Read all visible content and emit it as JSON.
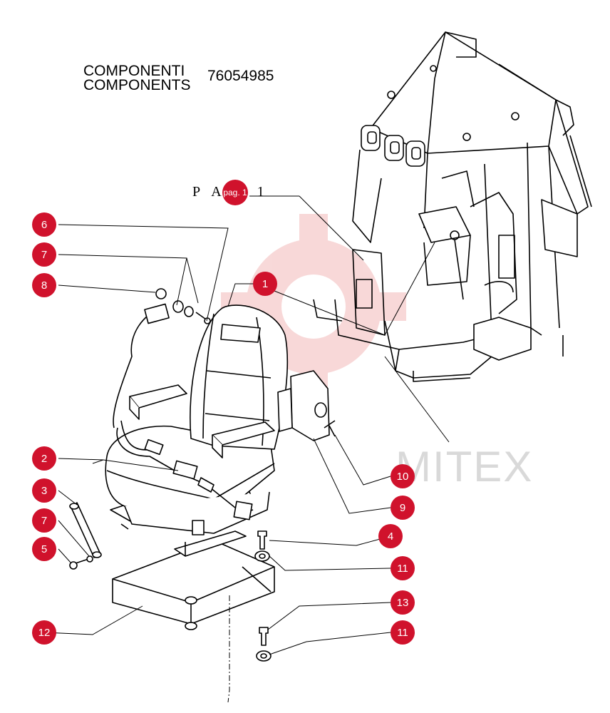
{
  "header": {
    "title_it": "COMPONENTI",
    "title_en": "COMPONENTS",
    "part_number": "76054985"
  },
  "reference": {
    "label": "P A",
    "page_badge": "pag. 1",
    "page_num": "1"
  },
  "watermark": "MITEX",
  "callouts": [
    {
      "id": "1"
    },
    {
      "id": "2"
    },
    {
      "id": "3"
    },
    {
      "id": "4"
    },
    {
      "id": "5"
    },
    {
      "id": "6"
    },
    {
      "id": "7"
    },
    {
      "id": "7"
    },
    {
      "id": "8"
    },
    {
      "id": "9"
    },
    {
      "id": "10"
    },
    {
      "id": "11"
    },
    {
      "id": "11"
    },
    {
      "id": "12"
    },
    {
      "id": "13"
    }
  ],
  "colors": {
    "callout": "#d0122c",
    "line": "#000000",
    "watermark": "#f3c4c4"
  }
}
